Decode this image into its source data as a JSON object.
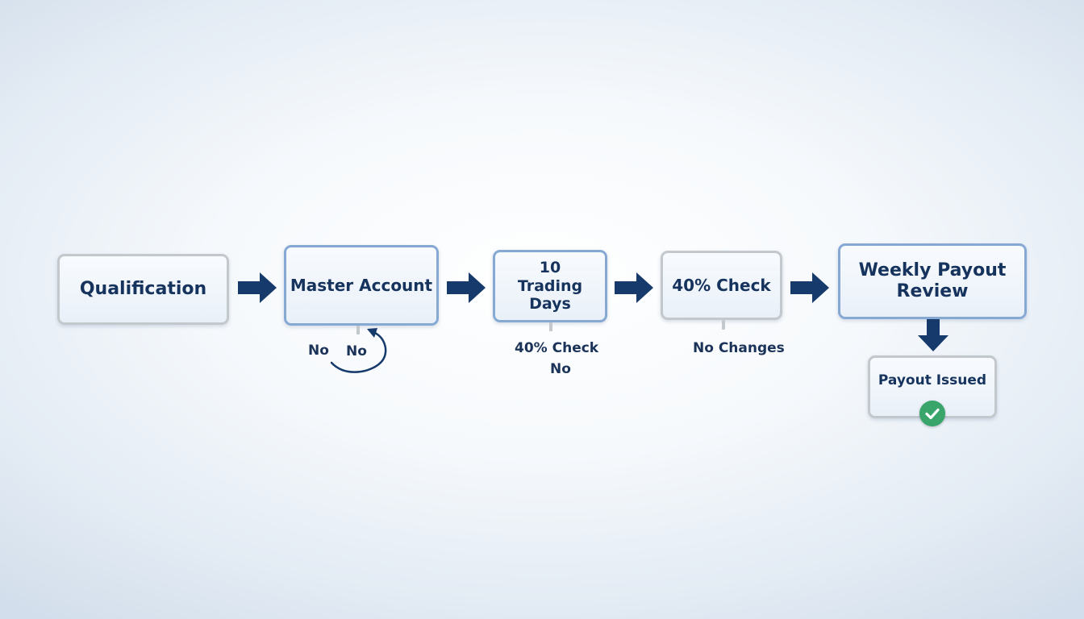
{
  "nodes": {
    "qualification": "Qualification",
    "master_account": "Master Account",
    "trading_days": "10 Trading Days",
    "check": "40% Check",
    "weekly_review": "Weekly Payout Review",
    "payout_issued": "Payout Issued"
  },
  "labels": {
    "master_no_left": "No",
    "master_no_loop": "No",
    "trading_check": "40% Check",
    "trading_no": "No",
    "check_no_changes": "No Changes"
  },
  "icons": {
    "flow_arrow": "right-arrow-icon",
    "down_arrow": "down-arrow-icon",
    "loop_arrow": "loop-arrow-icon",
    "success": "check-circle-icon"
  },
  "colors": {
    "arrow": "#163a6b",
    "text": "#15335c",
    "border_blue": "#86a9d3",
    "border_gray": "#c3c8cd",
    "success": "#3aa56b"
  }
}
